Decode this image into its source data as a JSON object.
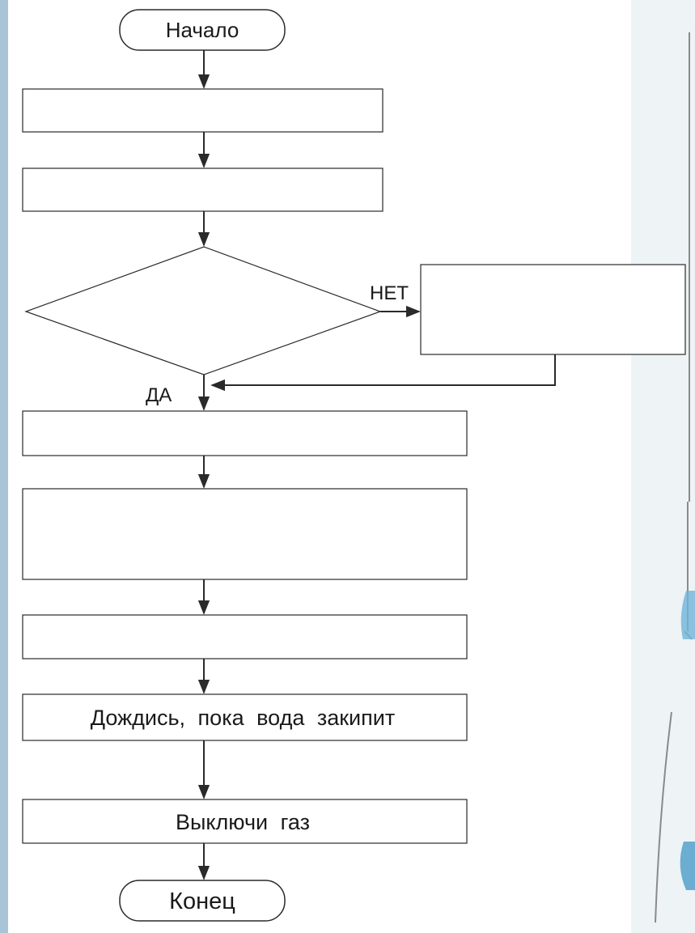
{
  "flowchart": {
    "start": "Начало",
    "step1": "",
    "step2": "",
    "decision": "",
    "no_label": "НЕТ",
    "no_branch_action": "",
    "yes_label": "ДА",
    "step3": "",
    "step4": "",
    "step5": "",
    "step6": "Дождись, пока вода закипит",
    "step7": "Выключи газ",
    "end": "Конец"
  },
  "colors": {
    "background": "#ffffff",
    "stroke": "#2a2a2a",
    "left_border": "#a9c4d6",
    "right_backdrop": "#eef3f6"
  }
}
